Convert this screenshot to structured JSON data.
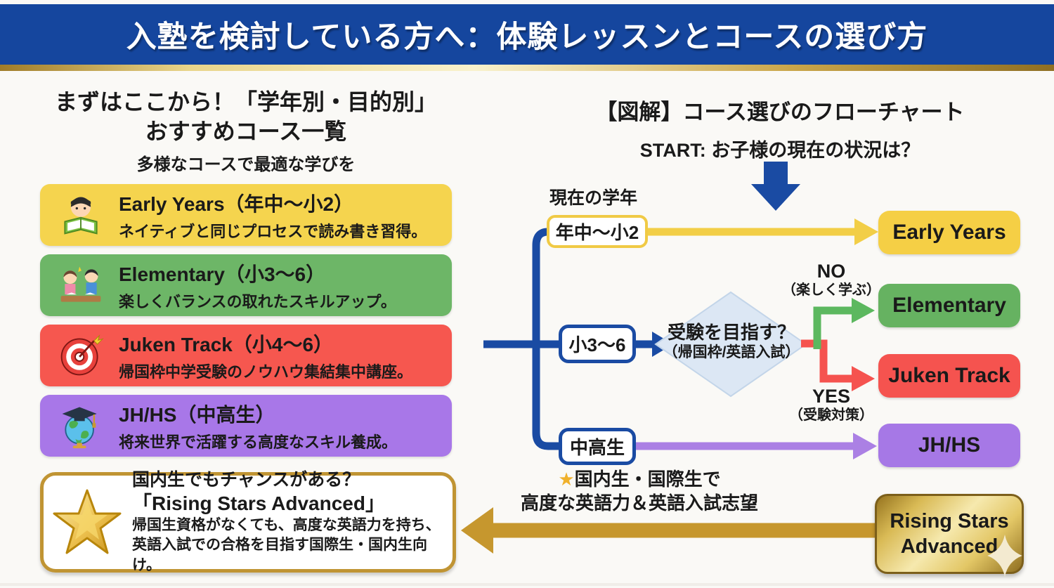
{
  "header": {
    "title": "入塾を検討している方へ：体験レッスンとコースの選び方"
  },
  "left_panel": {
    "title_line1": "まずはここから！「学年別・目的別」",
    "title_line2": "おすすめコース一覧",
    "subtitle": "多様なコースで最適な学びを",
    "courses": [
      {
        "name": "Early Years（年中〜小2）",
        "description": "ネイティブと同じプロセスで読み書き習得。",
        "color": "#f5d44e",
        "icon": "reading-child-icon"
      },
      {
        "name": "Elementary（小3〜6）",
        "description": "楽しくバランスの取れたスキルアップ。",
        "color": "#6db667",
        "icon": "studying-kids-icon"
      },
      {
        "name": "Juken Track（小4〜6）",
        "description": "帰国枠中学受験のノウハウ集結集中講座。",
        "color": "#f6574f",
        "icon": "target-icon"
      },
      {
        "name": "JH/HS（中高生）",
        "description": "将来世界で活躍する高度なスキル養成。",
        "color": "#a877e8",
        "icon": "globe-gradcap-icon"
      }
    ],
    "highlight_box": {
      "question": "国内生でもチャンスがある？",
      "course_name": "「Rising Stars Advanced」",
      "description_line1": "帰国生資格がなくても、高度な英語力を持ち、",
      "description_line2": "英語入試での合格を目指す国際生・国内生向け。",
      "icon": "gold-star-icon"
    }
  },
  "flowchart": {
    "title": "【図解】コース選びのフローチャート",
    "start_label": "START: お子様の現在の状況は？",
    "grade_label": "現在の学年",
    "branch_nodes": [
      {
        "label": "年中〜小2"
      },
      {
        "label": "小3〜6"
      },
      {
        "label": "中高生"
      }
    ],
    "decision": {
      "question": "受験を目指す？",
      "condition": "（帰国枠/英語入試）"
    },
    "no_branch": {
      "label": "NO",
      "note": "（楽しく学ぶ）"
    },
    "yes_branch": {
      "label": "YES",
      "note": "（受験対策）"
    },
    "outcomes": [
      {
        "label": "Early Years",
        "color": "#f5cf45"
      },
      {
        "label": "Elementary",
        "color": "#66b261"
      },
      {
        "label": "Juken Track",
        "color": "#f5534f"
      },
      {
        "label": "JH/HS",
        "color": "#a678e6"
      }
    ],
    "advanced_note": {
      "star": "★",
      "line1": "国内生・国際生で",
      "line2": "高度な英語力＆英語入試志望"
    },
    "advanced_box": {
      "line1": "Rising Stars",
      "line2": "Advanced"
    }
  },
  "colors": {
    "header_blue": "#15469e",
    "flow_blue": "#1a4ba3",
    "yellow": "#f5d44e",
    "green": "#5cb85f",
    "red": "#f5534f",
    "purple": "#ab80e4",
    "gold": "#c6972e",
    "diamond_fill": "#dce7f4"
  }
}
